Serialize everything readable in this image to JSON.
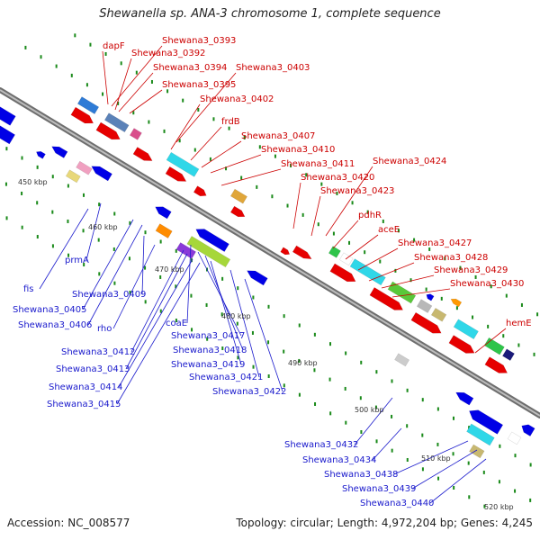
{
  "title": "Shewanella sp. ANA-3 chromosome 1, complete sequence",
  "footer": {
    "accession": "Accession: NC_008577",
    "topology": "Topology: circular; Length: 4,972,204 bp; Genes: 4,245"
  },
  "scale_ticks": [
    "450 kbp",
    "460 kbp",
    "470 kbp",
    "480 kbp",
    "490 kbp",
    "500 kbp",
    "510 kbp",
    "520 kbp"
  ],
  "colors": {
    "forward_label": "#cc0000",
    "reverse_label": "#1a1acc",
    "backbone": "#8c8c8c",
    "forward_gene": "#e60000",
    "reverse_gene": "#0000e6",
    "tick_dot": "#1a8a1a"
  },
  "forward_labels": [
    "dapF",
    "Shewana3_0393",
    "Shewana3_0392",
    "Shewana3_0394",
    "Shewana3_0403",
    "Shewana3_0395",
    "Shewana3_0402",
    "frdB",
    "Shewana3_0407",
    "Shewana3_0410",
    "Shewana3_0411",
    "Shewana3_0424",
    "Shewana3_0420",
    "Shewana3_0423",
    "pdhR",
    "aceE",
    "Shewana3_0427",
    "Shewana3_0428",
    "Shewana3_0429",
    "Shewana3_0430",
    "hemE"
  ],
  "reverse_labels": [
    "fis",
    "prmA",
    "Shewana3_0405",
    "Shewana3_0409",
    "Shewana3_0406",
    "rho",
    "coaE",
    "Shewana3_0417",
    "Shewana3_0412",
    "Shewana3_0418",
    "Shewana3_0413",
    "Shewana3_0419",
    "Shewana3_0414",
    "Shewana3_0421",
    "Shewana3_0415",
    "Shewana3_0422",
    "Shewana3_0432",
    "Shewana3_0434",
    "Shewana3_0438",
    "Shewana3_0439",
    "Shewana3_0440"
  ]
}
